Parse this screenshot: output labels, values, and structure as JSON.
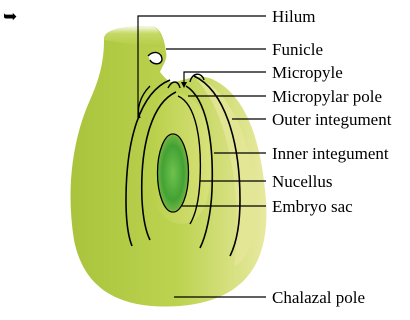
{
  "bullet": "➥",
  "labels": {
    "hilum": "Hilum",
    "funicle": "Funicle",
    "micropyle": "Micropyle",
    "micropylar_pole": "Micropylar pole",
    "outer_integument": "Outer integument",
    "inner_integument": "Inner integument",
    "nucellus": "Nucellus",
    "embryo_sac": "Embryo sac",
    "chalazal_pole": "Chalazal pole"
  },
  "colors": {
    "ovule_body": "#b8cf4a",
    "ovule_light": "#e6e89a",
    "inner_tissue": "#c9d85e",
    "embryo_sac": "#4fae3a",
    "outline": "#000000"
  }
}
